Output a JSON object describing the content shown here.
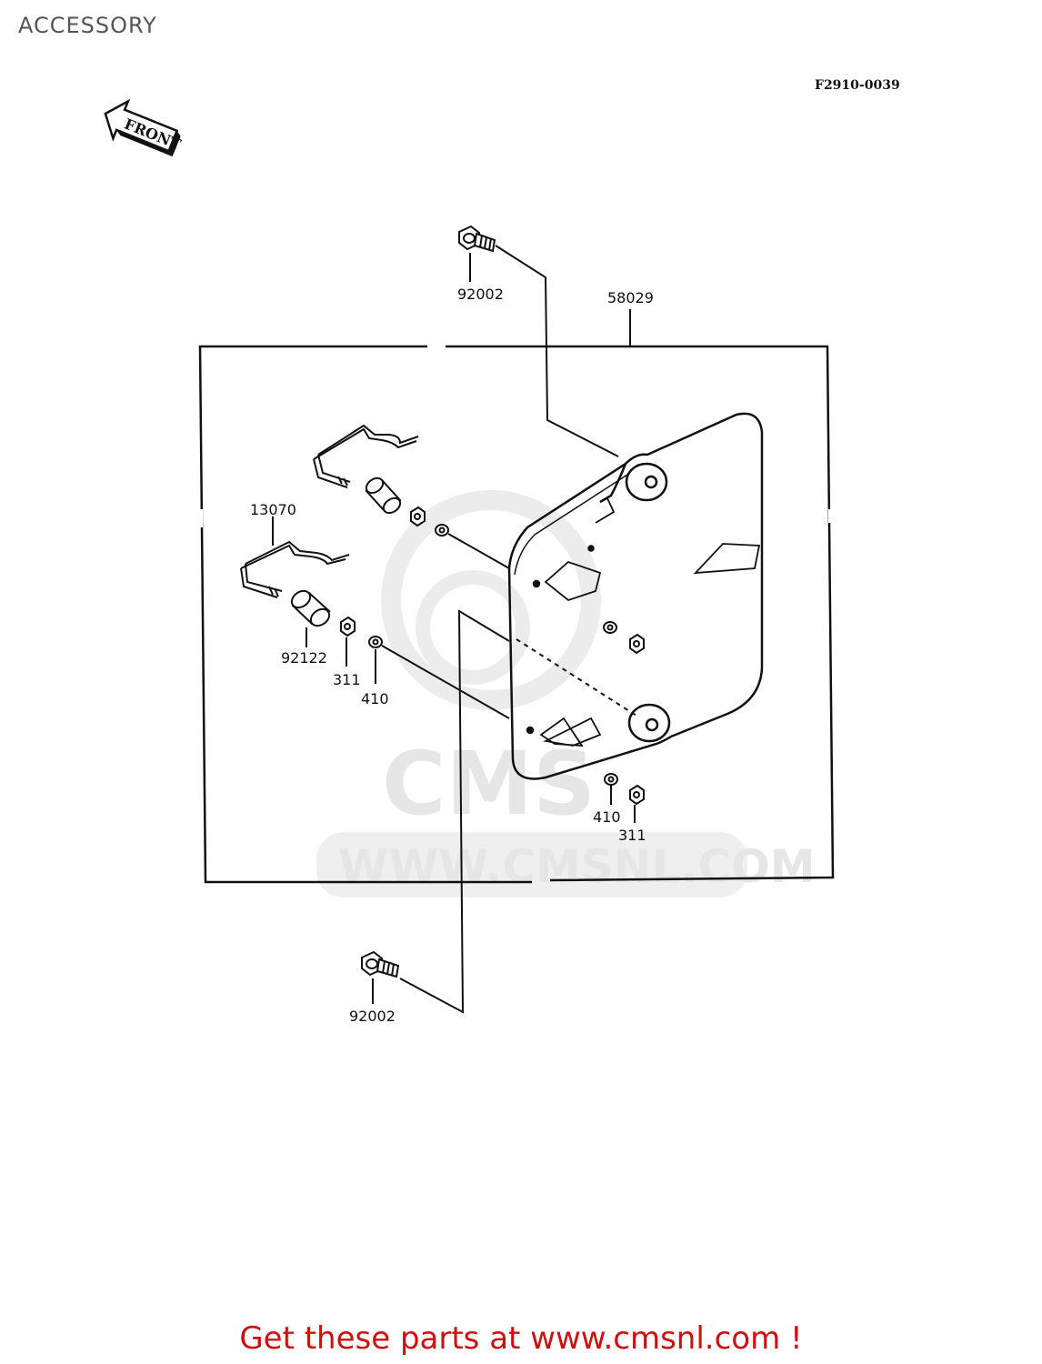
{
  "header": {
    "title": "ACCESSORY",
    "figure_ref": "F2910-0039"
  },
  "front_arrow": {
    "label": "FRONT"
  },
  "watermark": {
    "text": "WWW.CMSNL.COM",
    "logo": "CMS"
  },
  "parts": {
    "bolt_top": "92002",
    "carrier_assy": "58029",
    "hook_rod": "13070",
    "collar": "92122",
    "nut_left": "311",
    "washer_left": "410",
    "washer_right": "410",
    "nut_right": "311",
    "bolt_bottom": "92002"
  },
  "footer": {
    "text": "Get these parts at www.cmsnl.com !"
  }
}
